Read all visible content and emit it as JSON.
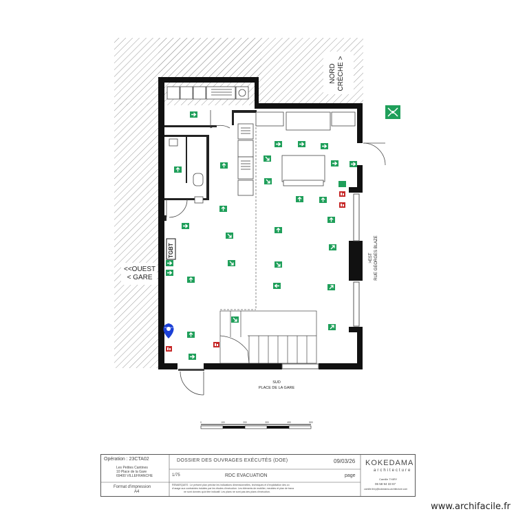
{
  "plan": {
    "orientation_labels": {
      "north_line1": "NORD",
      "north_line2": "CRÈCHE >",
      "west_line1": "<<OUEST",
      "west_line2": "< GARE",
      "east_line1": ">EST",
      "east_line2": "RUE GEORGES BLAZE",
      "south_line1": "SUD",
      "south_line2": "PLACE DE LA GARE"
    },
    "electrical_panel": "TGBT",
    "map_marker": "Vous êtes ici",
    "colors": {
      "wall": "#111111",
      "exit_sign": "#1f9f5a",
      "fire_sign": "#c62828",
      "marker": "#1a3fd6",
      "hatch": "#9a9a9a"
    }
  },
  "scale_bar": {
    "ticks": [
      "0",
      "100",
      "200",
      "300",
      "400",
      "500"
    ]
  },
  "title_block": {
    "operation_label": "Opération : 23CTA02",
    "address_line1": "Les Petites Cantines",
    "address_line2": "10 Place de la Gare",
    "address_line3": "69400 VILLEFRANCHE",
    "print_format_label": "Format d'impression",
    "print_format_value": "A4",
    "document_title": "DOSSIER DES OUVRAGES EXÉCUTÉS (DOE)",
    "date": "09/03/26",
    "scale": "1/75",
    "sheet_title": "RDC EVACUATION",
    "page_label": "page",
    "remarks_line1": "REMARQUES : Le présent plan précise les indications dimensionnelles, techniques et d'exploitation des zo",
    "remarks_line2": "d'usage aux contraintes induites par les études d'exécution. Les éléments de mobilier, meubles et plan de trava",
    "remarks_line3": "ne sont donnés qu'à titre indicatif. Les plans ne sont pas des plans d'exécution.",
    "firm_name": "KOKEDAMA",
    "firm_subtitle": "architecture",
    "contact_name": "Camille THIRY",
    "contact_phone": "06 58 94 33 67",
    "contact_email": "camille.thiry@kokedama-architecture.com"
  },
  "watermark": "www.archifacile.fr"
}
